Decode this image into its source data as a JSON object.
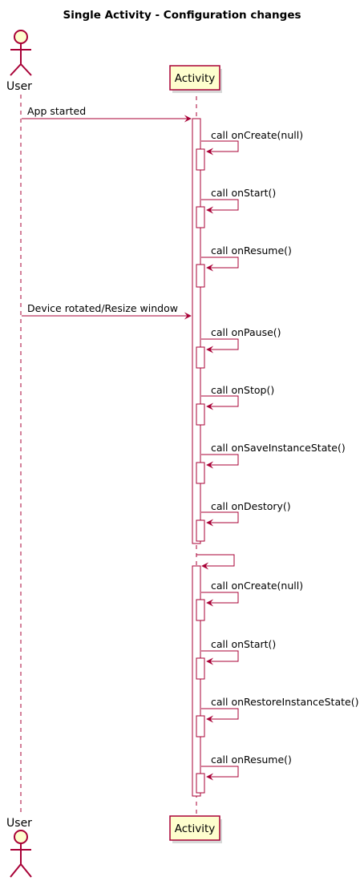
{
  "title": "Single Activity - Configuration changes",
  "participants": {
    "user": "User",
    "activity": "Activity"
  },
  "colors": {
    "line": "#A80036",
    "actor_fill": "#FEFECE",
    "box_fill": "#FEFECE",
    "lifeline": "#A80036"
  },
  "messages": {
    "app_started": "App started",
    "on_create_1": "call onCreate(null)",
    "on_start_1": "call onStart()",
    "on_resume_1": "call onResume()",
    "device_rotated": "Device rotated/Resize window",
    "on_pause": "call onPause()",
    "on_stop": "call onStop()",
    "on_save_instance_state": "call onSaveInstanceState()",
    "on_destroy": "call onDestory()",
    "on_create_2": "call onCreate(null)",
    "on_start_2": "call onStart()",
    "on_restore_instance_state": "call onRestoreInstanceState()",
    "on_resume_2": "call onResume()"
  }
}
